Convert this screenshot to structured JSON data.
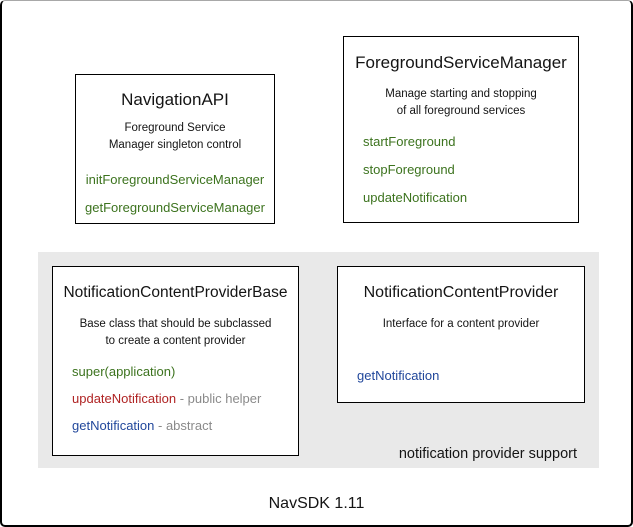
{
  "colors": {
    "method_green": "#3c731e",
    "method_red": "#b02424",
    "method_blue": "#21479b",
    "annotation_gray": "#8a8a8a",
    "panel_gray": "#e9e9e9",
    "box_border": "#000000",
    "text_black": "#141414"
  },
  "boxes": {
    "navigation_api": {
      "title": "NavigationAPI",
      "description": [
        "Foreground Service",
        "Manager singleton control"
      ],
      "methods": [
        {
          "name": "initForegroundServiceManager",
          "color": "green"
        },
        {
          "name": "getForegroundServiceManager",
          "color": "green"
        }
      ]
    },
    "foreground_service_manager": {
      "title": "ForegroundServiceManager",
      "description": [
        "Manage starting and stopping",
        "of all foreground services"
      ],
      "methods": [
        {
          "name": "startForeground",
          "color": "green"
        },
        {
          "name": "stopForeground",
          "color": "green"
        },
        {
          "name": "updateNotification",
          "color": "green"
        }
      ]
    },
    "notification_content_provider_base": {
      "title": "NotificationContentProviderBase",
      "description": [
        "Base class that should be subclassed",
        "to create a content provider"
      ],
      "methods": [
        {
          "name": "super(application)",
          "color": "green",
          "suffix": ""
        },
        {
          "name": "updateNotification",
          "color": "red",
          "suffix": " - public helper"
        },
        {
          "name": "getNotification",
          "color": "blue",
          "suffix": " - abstract"
        }
      ]
    },
    "notification_content_provider": {
      "title": "NotificationContentProvider",
      "description": [
        "Interface for a content provider"
      ],
      "methods": [
        {
          "name": "getNotification",
          "color": "blue"
        }
      ]
    }
  },
  "panel": {
    "label": "notification provider support"
  },
  "footer": {
    "label": "NavSDK 1.11"
  }
}
